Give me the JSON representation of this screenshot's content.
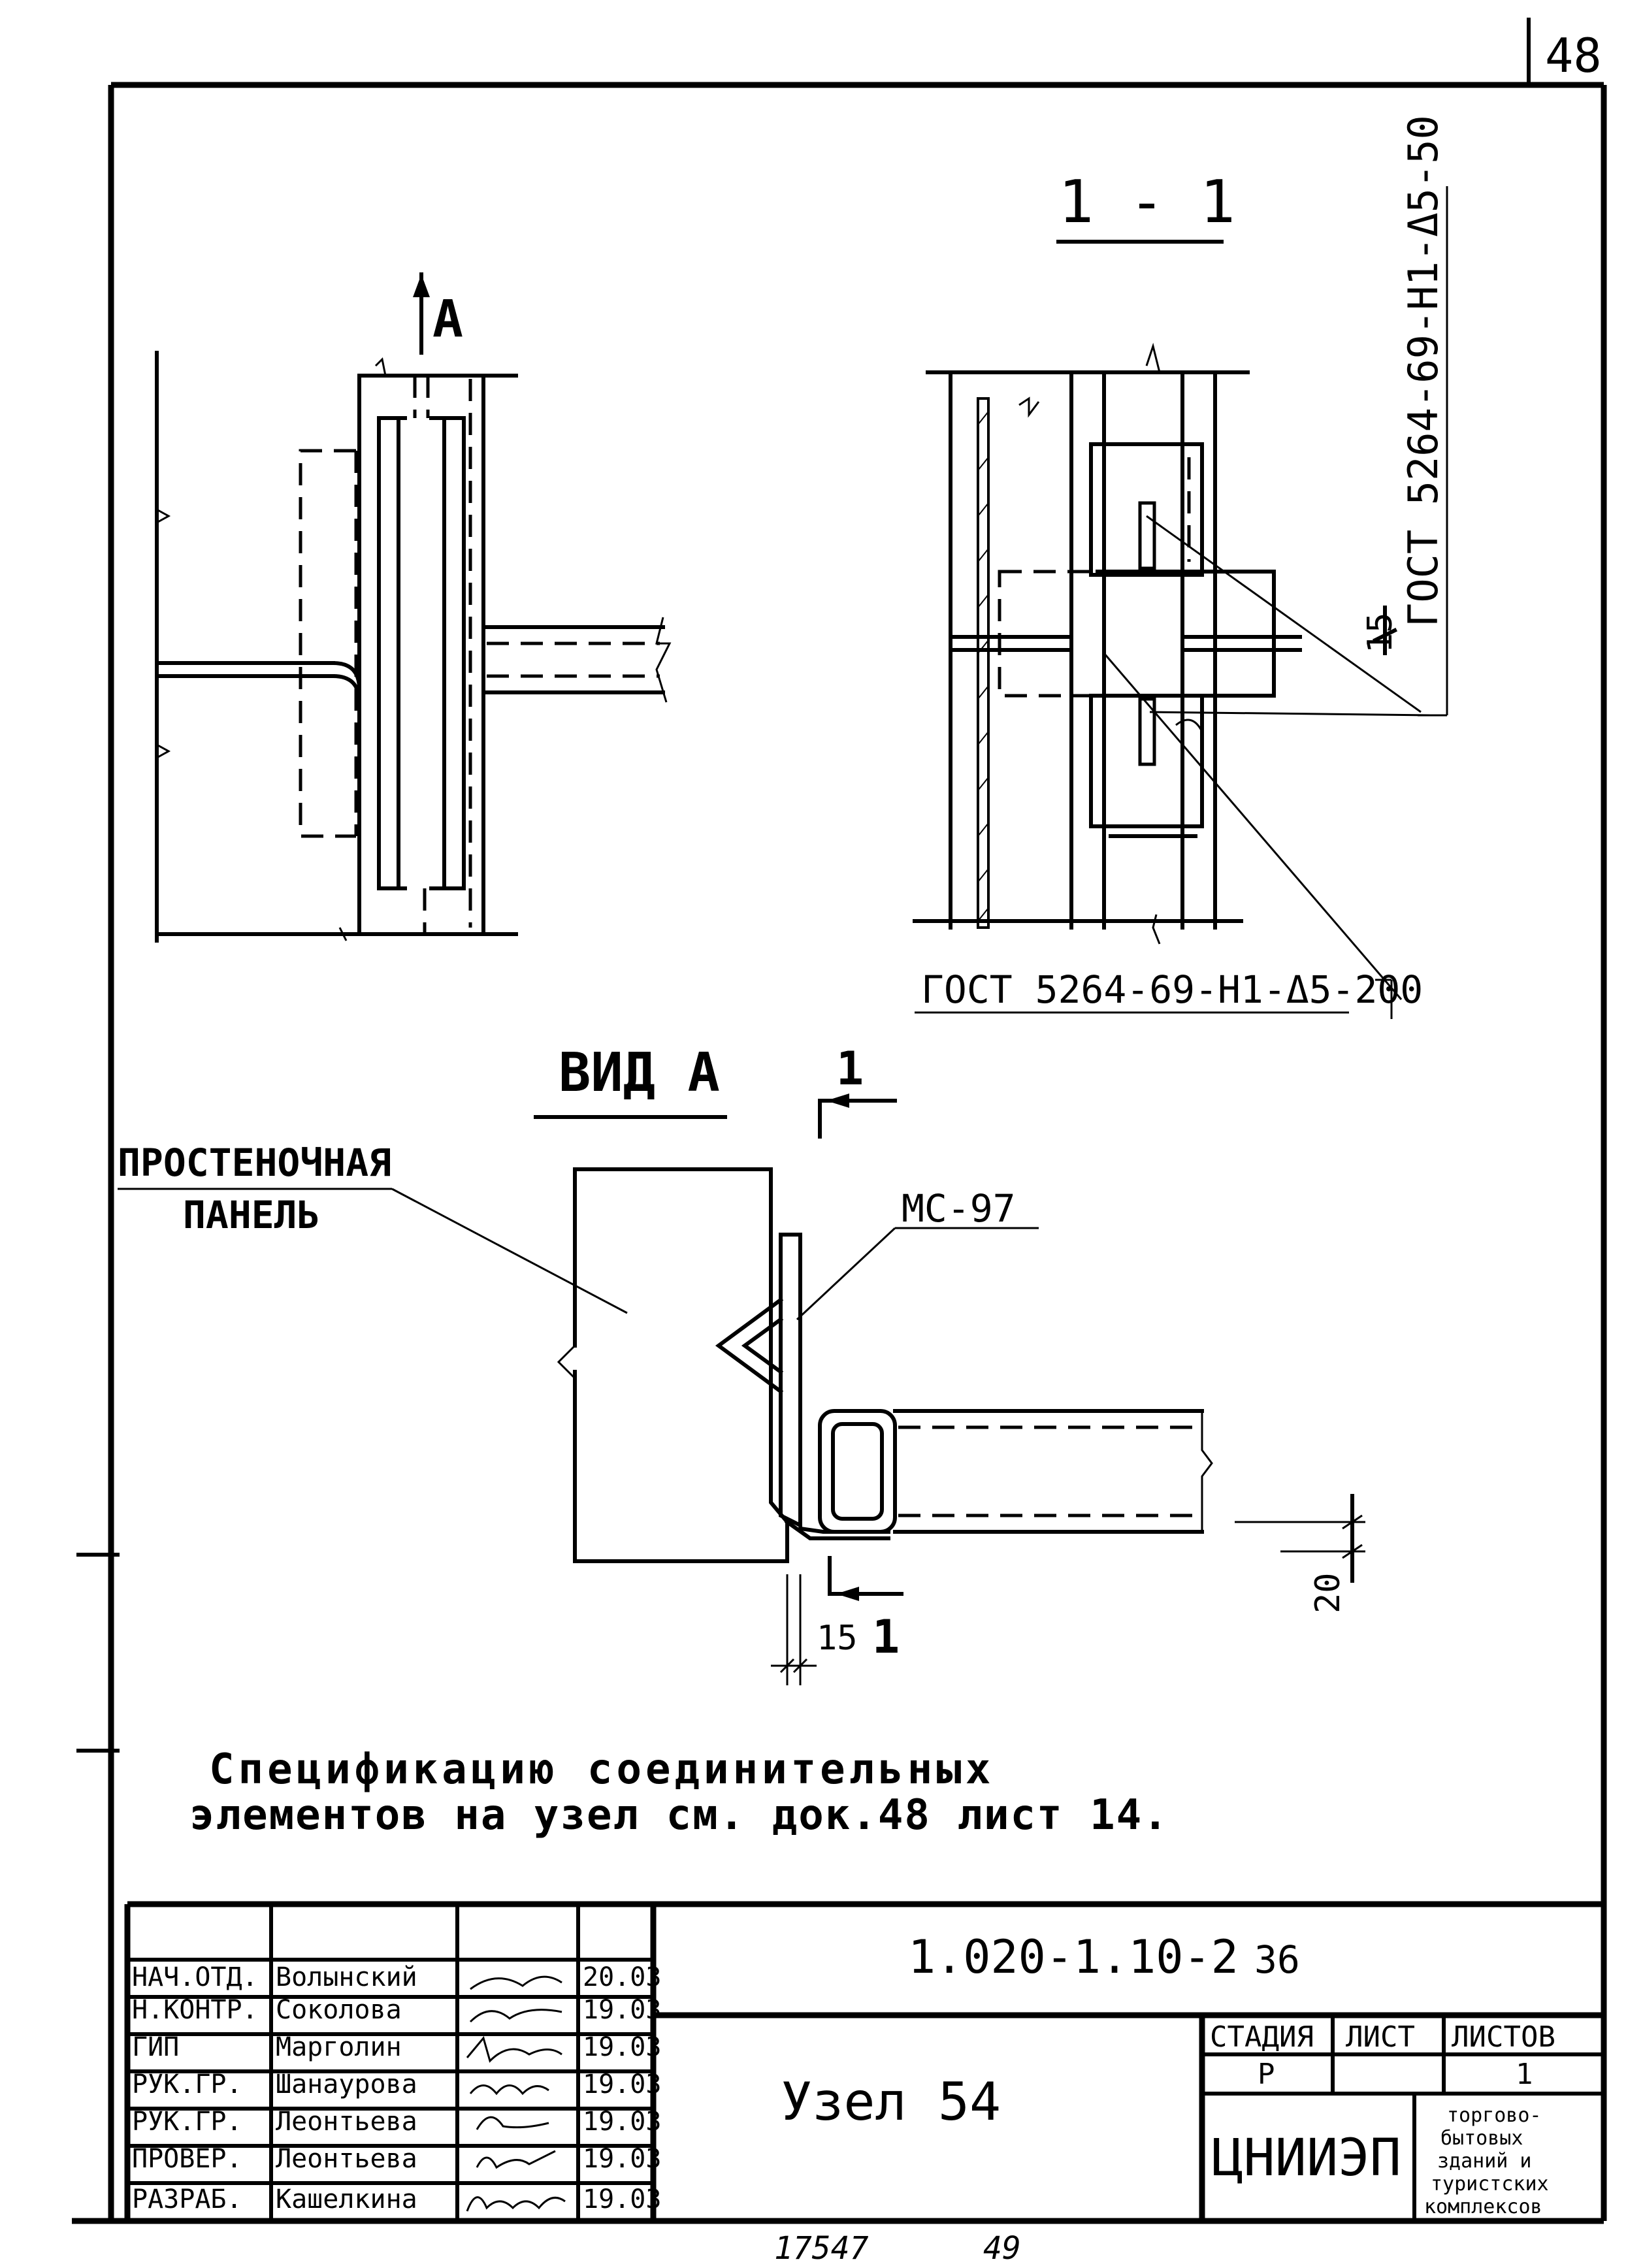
{
  "sheet_number": "48",
  "drawings": {
    "view_marker_a": "А",
    "section_title": "1 - 1",
    "gost_label_vertical": "ГОСТ 5264-69-Н1-Δ5-50",
    "gost_dim_15": "15",
    "gost_label_bottom": "ГОСТ 5264-69-Н1-Δ5-200",
    "view_title": "ВИД А",
    "section_cut_marker_top": "1",
    "panel_label_line1": "ПРОСТЕНОЧНАЯ",
    "panel_label_line2": "ПАНЕЛЬ",
    "element_label": "МС-97",
    "dim_20": "20",
    "dim_15": "15",
    "section_cut_marker_bottom": "1"
  },
  "note": {
    "line1": "Спецификацию соединительных",
    "line2": "элементов на узел см. док.48 лист 14."
  },
  "title_block": {
    "document_code": "1.020-1.10-2",
    "document_suffix": "36",
    "drawing_title": "Узел 54",
    "stage_header": "СТАДИЯ",
    "sheet_header": "ЛИСТ",
    "sheets_header": "ЛИСТОВ",
    "stage_value": "Р",
    "sheets_value": "1",
    "organization": "ЦНИИЭП",
    "organization_subtitle": [
      "торгово-",
      "бытовых",
      "зданий и",
      "туристских",
      "комплексов"
    ],
    "signatures": [
      {
        "role": "НАЧ.ОТД.",
        "name": "Волынский",
        "signature": "sign-1",
        "date": "20.03"
      },
      {
        "role": "Н.КОНТР.",
        "name": "Соколова",
        "signature": "sign-2",
        "date": "19.03"
      },
      {
        "role": "ГИП",
        "name": "Марголин",
        "signature": "sign-3",
        "date": "19.03"
      },
      {
        "role": "РУК.ГР.",
        "name": "Шанаурова",
        "signature": "sign-4",
        "date": "19.03"
      },
      {
        "role": "РУК.ГР.",
        "name": "Леонтьева",
        "signature": "sign-5",
        "date": "19.03"
      },
      {
        "role": "ПРОВЕР.",
        "name": "Леонтьева",
        "signature": "sign-6",
        "date": "19.03"
      },
      {
        "role": "РАЗРАБ.",
        "name": "Кашелкина",
        "signature": "sign-7",
        "date": "19.03"
      }
    ]
  },
  "footer": {
    "archive_number": "17547",
    "page": "49"
  }
}
